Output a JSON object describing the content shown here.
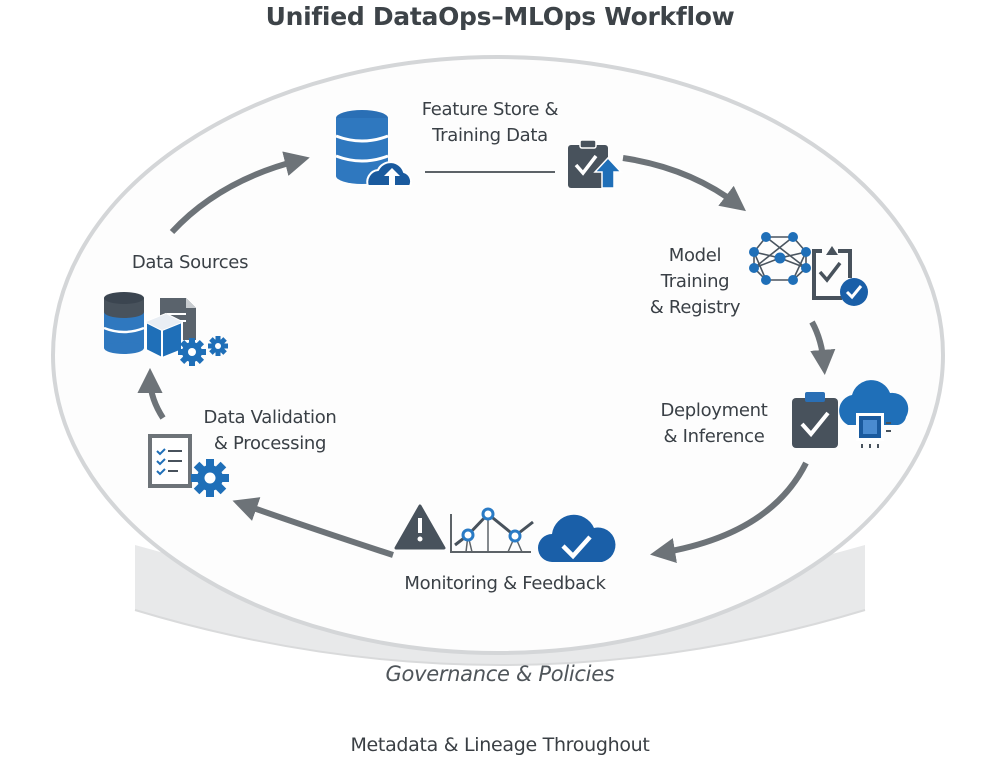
{
  "title": "Unified DataOps–MLOps Workflow",
  "stages": [
    {
      "id": "feature-store",
      "label_lines": [
        "Feature Store &",
        "Training Data"
      ],
      "icons": [
        "database-cloud-upload-icon",
        "clipboard-upload-icon"
      ]
    },
    {
      "id": "model-training",
      "label_lines": [
        "Model",
        "Training",
        "& Registry"
      ],
      "icons": [
        "neural-network-icon",
        "clipboard-check-badge-icon"
      ]
    },
    {
      "id": "deployment",
      "label_lines": [
        "Deployment",
        "& Inference"
      ],
      "icons": [
        "clipboard-check-icon",
        "cloud-chip-icon"
      ]
    },
    {
      "id": "monitoring",
      "label_lines": [
        "Monitoring & Feedback"
      ],
      "icons": [
        "warning-icon",
        "line-chart-icon",
        "cloud-check-icon"
      ]
    },
    {
      "id": "validation",
      "label_lines": [
        "Data Validation",
        "& Processing"
      ],
      "icons": [
        "checklist-gear-icon"
      ]
    },
    {
      "id": "data-sources",
      "label_lines": [
        "Data Sources"
      ],
      "icons": [
        "database-icon",
        "cube-icon",
        "document-icon",
        "gears-icon"
      ]
    }
  ],
  "flow": [
    "Data Sources",
    "Feature Store & Training Data",
    "Model Training & Registry",
    "Deployment & Inference",
    "Monitoring & Feedback",
    "Data Validation & Processing",
    "Data Sources"
  ],
  "base_layer": "Governance & Policies",
  "footer": "Metadata & Lineage Throughout",
  "colors": {
    "primary_blue": "#1f6fb8",
    "dark_blue": "#1a5a9e",
    "slate": "#48525c",
    "arrow_gray": "#6d7378",
    "ring_gray": "#d4d6d8",
    "base_gray": "#e6e7e8"
  }
}
